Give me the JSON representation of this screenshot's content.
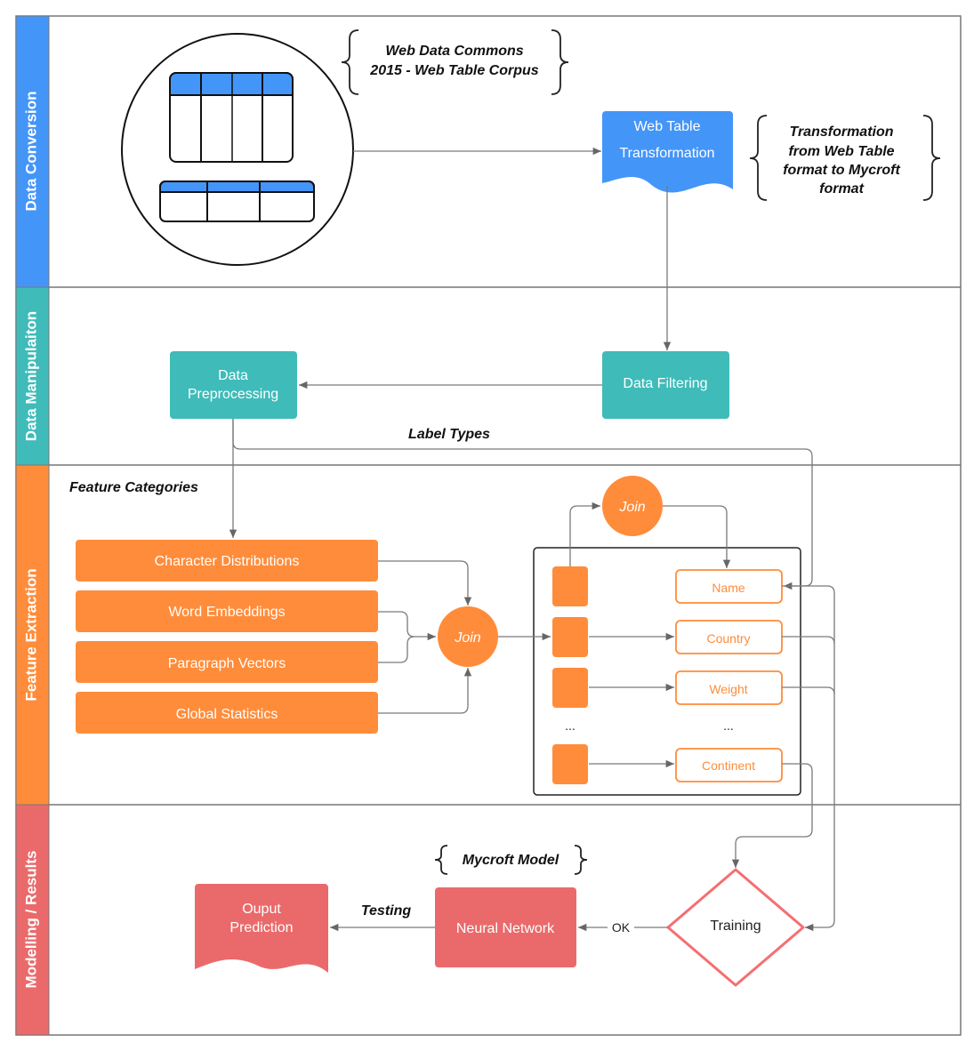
{
  "lanes": {
    "conversion": "Data Conversion",
    "manipulation": "Data Manipulaiton",
    "extraction": "Feature Extraction",
    "modelling": "Modelling / Results"
  },
  "notes": {
    "corpus": [
      "Web Data Commons",
      "2015 -  Web Table Corpus"
    ],
    "transformation": [
      "Transformation",
      "from Web Table",
      "format to Mycroft",
      "format"
    ],
    "label_types": "Label Types",
    "feature_categories": "Feature Categories",
    "mycroft_model": "Mycroft Model",
    "testing": "Testing"
  },
  "nodes": {
    "web_table_transformation": [
      "Web Table",
      "Transformation"
    ],
    "data_filtering": "Data Filtering",
    "data_preprocessing": [
      "Data",
      "Preprocessing"
    ],
    "features": [
      "Character Distributions",
      "Word Embeddings",
      "Paragraph Vectors",
      "Global Statistics"
    ],
    "join": "Join",
    "labels": [
      "Name",
      "Country",
      "Weight",
      "Continent"
    ],
    "ellipsis": "...",
    "training": "Training",
    "ok": "OK",
    "neural_network": "Neural Network",
    "output_prediction": [
      "Ouput",
      "Prediction"
    ]
  },
  "colors": {
    "blue": "#4495f8",
    "teal": "#3fbbb9",
    "orange": "#ff8c3a",
    "red": "#ea6a6b",
    "training_border": "#f46f73"
  }
}
